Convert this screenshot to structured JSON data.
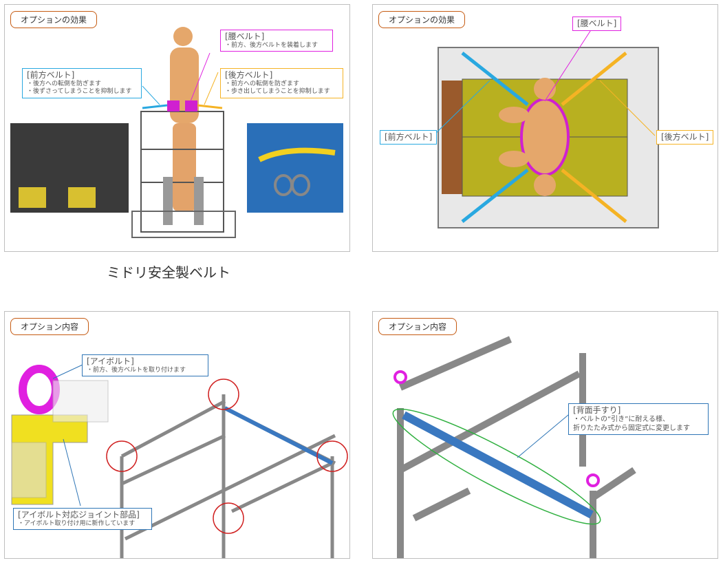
{
  "slides": [
    {
      "tag": "オプションの効果",
      "callouts": [
        {
          "title": "[腰ベルト]",
          "lines": [
            "・前方、後方ベルトを装着します"
          ],
          "color": "#e020e0"
        },
        {
          "title": "[前方ベルト]",
          "lines": [
            "・後方への転倒を防ぎます",
            "・後ずさってしまうことを抑制します"
          ],
          "color": "#29a8e0"
        },
        {
          "title": "[後方ベルト]",
          "lines": [
            "・前方への転倒を防ぎます",
            "・歩き出してしまうことを抑制します"
          ],
          "color": "#f5b324"
        }
      ]
    },
    {
      "tag": "オプションの効果",
      "callouts": [
        {
          "title": "[腰ベルト]",
          "color": "#e020e0"
        },
        {
          "title": "[前方ベルト]",
          "color": "#29a8e0"
        },
        {
          "title": "[後方ベルト]",
          "color": "#f5b324"
        }
      ]
    },
    {
      "tag": "オプション内容",
      "callouts": [
        {
          "title": "[アイボルト]",
          "lines": [
            "・前方、後方ベルトを取り付けます"
          ],
          "color": "#2e75b6"
        },
        {
          "title": "[アイボルト対応ジョイント部品]",
          "lines": [
            "・アイボルト取り付け用に新作しています"
          ],
          "color": "#2e75b6"
        }
      ]
    },
    {
      "tag": "オプション内容",
      "callouts": [
        {
          "title": "[背面手すり]",
          "lines": [
            "・ベルトの“引き”に耐える様、",
            "折りたたみ式から固定式に変更します"
          ],
          "color": "#2e75b6"
        }
      ]
    }
  ],
  "caption": "ミドリ安全製ベルト"
}
